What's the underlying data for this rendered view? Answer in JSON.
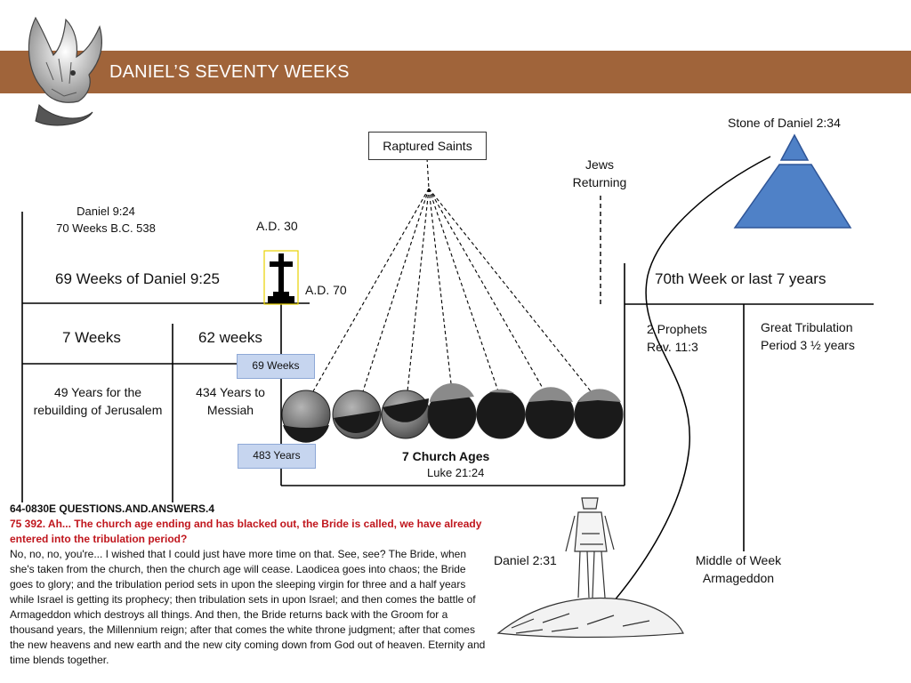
{
  "header": {
    "title": "DANIEL’S SEVENTY WEEKS",
    "banner_color": "#a0643a"
  },
  "labels": {
    "daniel_924": [
      "Daniel 9:24",
      "70 Weeks B.C. 538"
    ],
    "ad30": "A.D. 30",
    "ad70": "A.D. 70",
    "weeks69": "69 Weeks of Daniel 9:25",
    "weeks7": "7 Weeks",
    "weeks62": "62 weeks",
    "box69": "69 Weeks",
    "years49": [
      "49 Years for the",
      "rebuilding of Jerusalem"
    ],
    "years434": [
      "434 Years to",
      "Messiah"
    ],
    "box483": "483 Years",
    "church_ages": "7 Church Ages",
    "luke": "Luke 21:24",
    "raptured": "Raptured Saints",
    "jews": [
      "Jews",
      "Returning"
    ],
    "stone": "Stone of Daniel 2:34",
    "week70": "70th Week or last 7 years",
    "prophets": [
      "2 Prophets",
      "Rev. 11:3"
    ],
    "tribulation": [
      "Great Tribulation",
      "Period 3 ½ years"
    ],
    "daniel231": "Daniel 2:31",
    "middle": [
      "Middle of  Week",
      "Armageddon"
    ]
  },
  "quote": {
    "ref": "64-0830E  QUESTIONS.AND.ANSWERS.4",
    "question": " 75    392. Ah... The church age ending and has blacked out, the Bride is called, we have already entered into the tribulation period?",
    "answer": "No, no, no, you're... I wished that I could just have more time on that. See, see? The Bride, when she's taken from the church, then the church age will cease. Laodicea goes into chaos; the Bride goes to glory; and the tribulation period sets in upon the sleeping virgin for three and a half years while Israel is getting its prophecy; then tribulation sets in upon Israel; and then comes the battle of Armageddon which destroys all things. And then, the Bride returns back with the Groom for a thousand years, the Millennium reign; after that comes the white throne judgment; after that comes the new heavens and new earth and the new city coming down from God out of heaven. Eternity and time blends together."
  },
  "colors": {
    "quote_red": "#c0161d",
    "box_blue": "#c6d5ef",
    "stone_blue": "#4f81c7",
    "moon_dark": "#1a1a1a"
  },
  "icons": [
    "eagle-icon",
    "cross-icon",
    "moon-icon",
    "stone-pyramid-icon",
    "statue-figure-icon"
  ]
}
